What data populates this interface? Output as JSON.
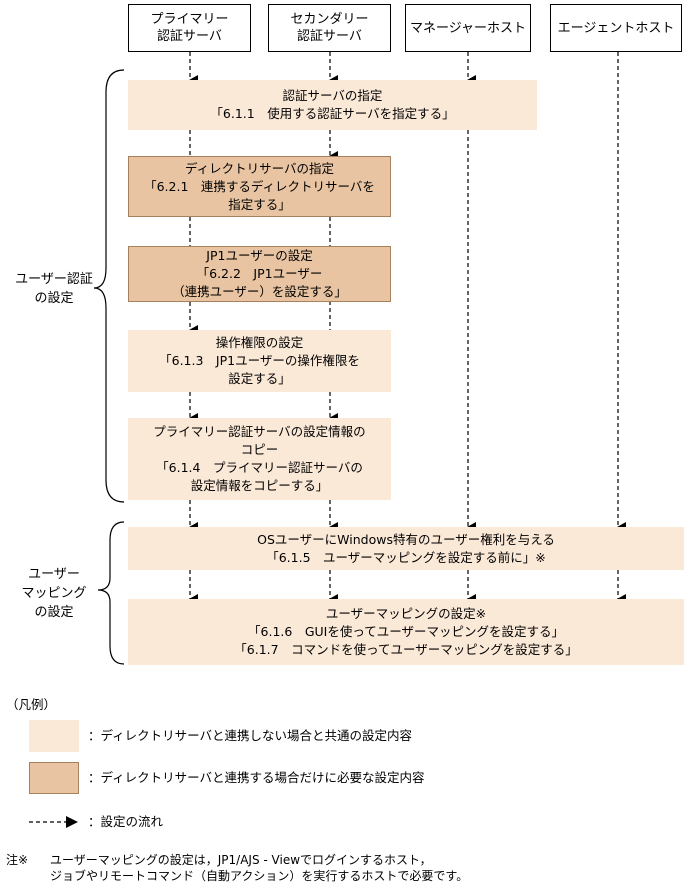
{
  "headers": {
    "primary": "プライマリー\n認証サーバ",
    "secondary": "セカンダリー\n認証サーバ",
    "manager": "マネージャーホスト",
    "agent": "エージェントホスト"
  },
  "steps": {
    "s1": "認証サーバの指定\n「6.1.1　使用する認証サーバを指定する」",
    "s2": "ディレクトリサーバの指定\n「6.2.1　連携するディレクトリサーバを\n指定する」",
    "s3": "JP1ユーザーの設定\n「6.2.2　JP1ユーザー\n（連携ユーザー）を設定する」",
    "s4": "操作権限の設定\n「6.1.3　JP1ユーザーの操作権限を\n設定する」",
    "s5": "プライマリー認証サーバの設定情報の\nコピー\n「6.1.4　プライマリー認証サーバの\n設定情報をコピーする」",
    "s6": "OSユーザーにWindows特有のユーザー権利を与える\n「6.1.5　ユーザーマッピングを設定する前に」※",
    "s7": "ユーザーマッピングの設定※\n「6.1.6　GUIを使ってユーザーマッピングを設定する」\n「6.1.7　コマンドを使ってユーザーマッピングを設定する」"
  },
  "groups": {
    "user_auth": "ユーザー認証\nの設定",
    "user_mapping": "ユーザー\nマッピング\nの設定"
  },
  "legend": {
    "title": "（凡例）",
    "light": "：ディレクトリサーバと連携しない場合と共通の設定内容",
    "dark": "：ディレクトリサーバと連携する場合だけに必要な設定内容",
    "flow": "：設定の流れ"
  },
  "note": {
    "mark": "注※",
    "text": "ユーザーマッピングの設定は，JP1/AJS - Viewでログインするホスト，\nジョブやリモートコマンド（自動アクション）を実行するホストで必要です。"
  },
  "colors": {
    "light_fill": "#fbe9d8",
    "dark_fill": "#e8c4a2",
    "line": "#000000"
  }
}
